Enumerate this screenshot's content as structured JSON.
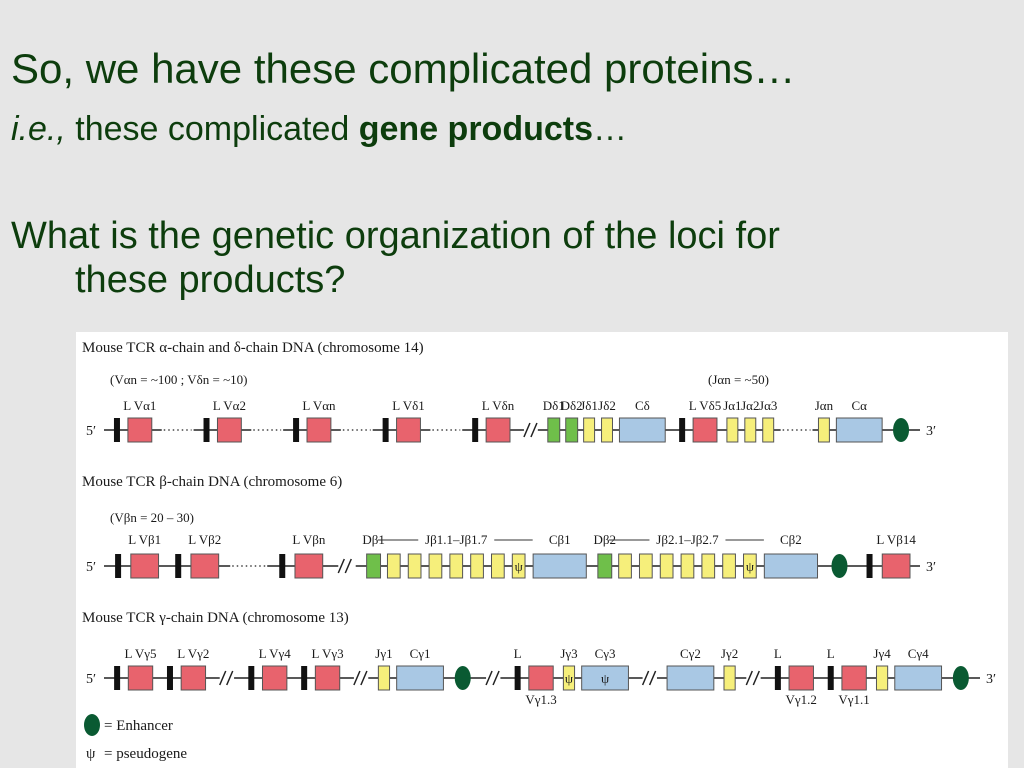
{
  "slide": {
    "title": "So, we have these complicated proteins…",
    "subtitle": {
      "italic": "i.e.,",
      "plain": " these complicated ",
      "bold": "gene products",
      "ellipsis": "…"
    },
    "question_line1": "What is the genetic organization of the loci for",
    "question_line2": "these products?"
  },
  "figure": {
    "colors": {
      "V": "#e8636d",
      "D": "#6fbf4a",
      "J": "#f6ef7b",
      "C": "#a9c8e4",
      "enhancer": "#0a5a32",
      "L": "#111111"
    },
    "panels": [
      {
        "title": "Mouse TCR α-chain and δ-chain DNA (chromosome 14)",
        "note_left": "(Vαn = ~100 ; Vδn = ~10)",
        "note_right": "(Jαn = ~50)",
        "end5": "5′",
        "end3": "3′",
        "segments": [
          {
            "kind": "L"
          },
          {
            "kind": "V",
            "top": "L Vα1"
          },
          {
            "kind": "dots"
          },
          {
            "kind": "L"
          },
          {
            "kind": "V",
            "top": "L Vα2"
          },
          {
            "kind": "dots"
          },
          {
            "kind": "L"
          },
          {
            "kind": "V",
            "top": "L Vαn"
          },
          {
            "kind": "dots"
          },
          {
            "kind": "L"
          },
          {
            "kind": "V",
            "top": "L Vδ1"
          },
          {
            "kind": "dots"
          },
          {
            "kind": "L"
          },
          {
            "kind": "V",
            "top": "L Vδn"
          },
          {
            "kind": "break"
          },
          {
            "kind": "D",
            "top": "Dδ1"
          },
          {
            "kind": "D",
            "top": "Dδ2"
          },
          {
            "kind": "J",
            "top": "Jδ1"
          },
          {
            "kind": "J",
            "top": "Jδ2"
          },
          {
            "kind": "C",
            "top": "Cδ"
          },
          {
            "kind": "L"
          },
          {
            "kind": "V",
            "top": "L Vδ5"
          },
          {
            "kind": "J",
            "top": "Jα1"
          },
          {
            "kind": "J",
            "top": "Jα2"
          },
          {
            "kind": "J",
            "top": "Jα3"
          },
          {
            "kind": "dots"
          },
          {
            "kind": "J",
            "top": "Jαn"
          },
          {
            "kind": "C",
            "top": "Cα"
          },
          {
            "kind": "E"
          }
        ]
      },
      {
        "title": "Mouse TCR β-chain DNA (chromosome 6)",
        "note_left": "(Vβn = 20 – 30)",
        "note_right": "",
        "end5": "5′",
        "end3": "3′",
        "group_labels": [
          "Jβ1.1–Jβ1.7",
          "Jβ2.1–Jβ2.7"
        ],
        "segments": [
          {
            "kind": "L"
          },
          {
            "kind": "V",
            "top": "L Vβ1"
          },
          {
            "kind": "L"
          },
          {
            "kind": "V",
            "top": "L Vβ2"
          },
          {
            "kind": "dots"
          },
          {
            "kind": "L"
          },
          {
            "kind": "V",
            "top": "L Vβn"
          },
          {
            "kind": "break"
          },
          {
            "kind": "D",
            "top": "Dβ1"
          },
          {
            "kind": "J"
          },
          {
            "kind": "J"
          },
          {
            "kind": "J"
          },
          {
            "kind": "J"
          },
          {
            "kind": "J"
          },
          {
            "kind": "J"
          },
          {
            "kind": "J",
            "psi": true
          },
          {
            "kind": "C",
            "top": "Cβ1"
          },
          {
            "kind": "D",
            "top": "Dβ2"
          },
          {
            "kind": "J"
          },
          {
            "kind": "J"
          },
          {
            "kind": "J"
          },
          {
            "kind": "J"
          },
          {
            "kind": "J"
          },
          {
            "kind": "J"
          },
          {
            "kind": "J",
            "psi": true
          },
          {
            "kind": "C",
            "top": "Cβ2"
          },
          {
            "kind": "E"
          },
          {
            "kind": "L"
          },
          {
            "kind": "V",
            "top": "L Vβ14"
          }
        ]
      },
      {
        "title": "Mouse TCR γ-chain DNA (chromosome 13)",
        "note_left": "",
        "note_right": "",
        "end5": "5′",
        "end3": "3′",
        "segments": [
          {
            "kind": "L"
          },
          {
            "kind": "V",
            "top": "L Vγ5"
          },
          {
            "kind": "L"
          },
          {
            "kind": "V",
            "top": "L Vγ2"
          },
          {
            "kind": "break"
          },
          {
            "kind": "L"
          },
          {
            "kind": "V",
            "top": "L Vγ4"
          },
          {
            "kind": "L"
          },
          {
            "kind": "V",
            "top": "L Vγ3"
          },
          {
            "kind": "break"
          },
          {
            "kind": "J",
            "top": "Jγ1"
          },
          {
            "kind": "C",
            "top": "Cγ1"
          },
          {
            "kind": "E"
          },
          {
            "kind": "break"
          },
          {
            "kind": "L",
            "top": "L"
          },
          {
            "kind": "V",
            "bottom": "Vγ1.3"
          },
          {
            "kind": "J",
            "top": "Jγ3",
            "psi": true
          },
          {
            "kind": "C",
            "top": "Cγ3",
            "psi": true
          },
          {
            "kind": "break"
          },
          {
            "kind": "C",
            "top": "Cγ2"
          },
          {
            "kind": "J",
            "top": "Jγ2"
          },
          {
            "kind": "break"
          },
          {
            "kind": "L",
            "top": "L"
          },
          {
            "kind": "V",
            "bottom": "Vγ1.2"
          },
          {
            "kind": "L",
            "top": "L"
          },
          {
            "kind": "V",
            "bottom": "Vγ1.1"
          },
          {
            "kind": "J",
            "top": "Jγ4"
          },
          {
            "kind": "C",
            "top": "Cγ4"
          },
          {
            "kind": "E"
          }
        ]
      }
    ],
    "legend": {
      "enhancer": "= Enhancer",
      "psi_symbol": "ψ",
      "pseudogene": "= pseudogene"
    }
  }
}
